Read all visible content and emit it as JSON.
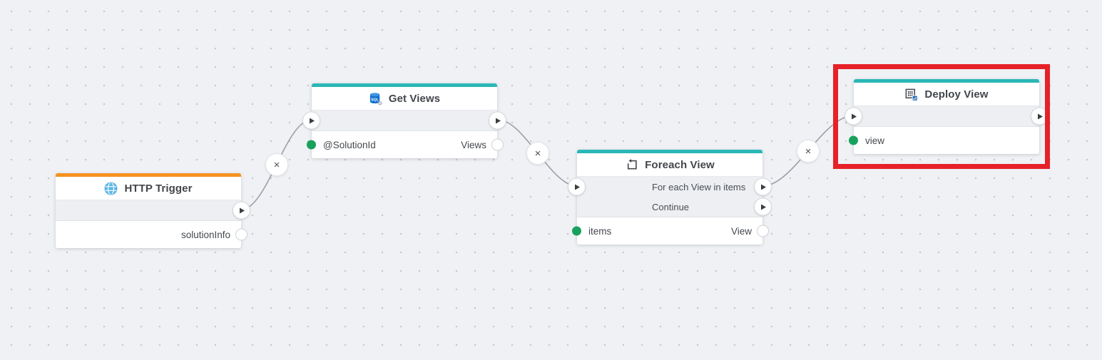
{
  "canvas": {
    "background_color": "#eff1f4",
    "dot_color": "#c5c8d1"
  },
  "colors": {
    "accent_orange": "#f6921e",
    "accent_teal": "#2ab7b7",
    "highlight_red": "#e52228",
    "input_port_green": "#18a15c",
    "link_gray": "#9ba0a6"
  },
  "icons": {
    "node_http_trigger": "globe-icon",
    "node_get_views": "sql-database-icon",
    "node_foreach_view": "loop-icon",
    "node_deploy_view": "deploy-view-icon",
    "exec_port": "play-icon",
    "delete_connection": "x-icon",
    "sql_text": "SQL"
  },
  "nodes": [
    {
      "title": "HTTP Trigger",
      "output_label": "solutionInfo"
    },
    {
      "title": "Get Views",
      "input_label": "@SolutionId",
      "output_label": "Views"
    },
    {
      "title": "Foreach View",
      "exec1_label": "For each View in items",
      "exec2_label": "Continue",
      "input_label": "items",
      "output_label": "View"
    },
    {
      "title": "Deploy View",
      "input_label": "view",
      "highlighted": true
    }
  ],
  "connections": {
    "delete_glyph": "×",
    "count": 3
  }
}
